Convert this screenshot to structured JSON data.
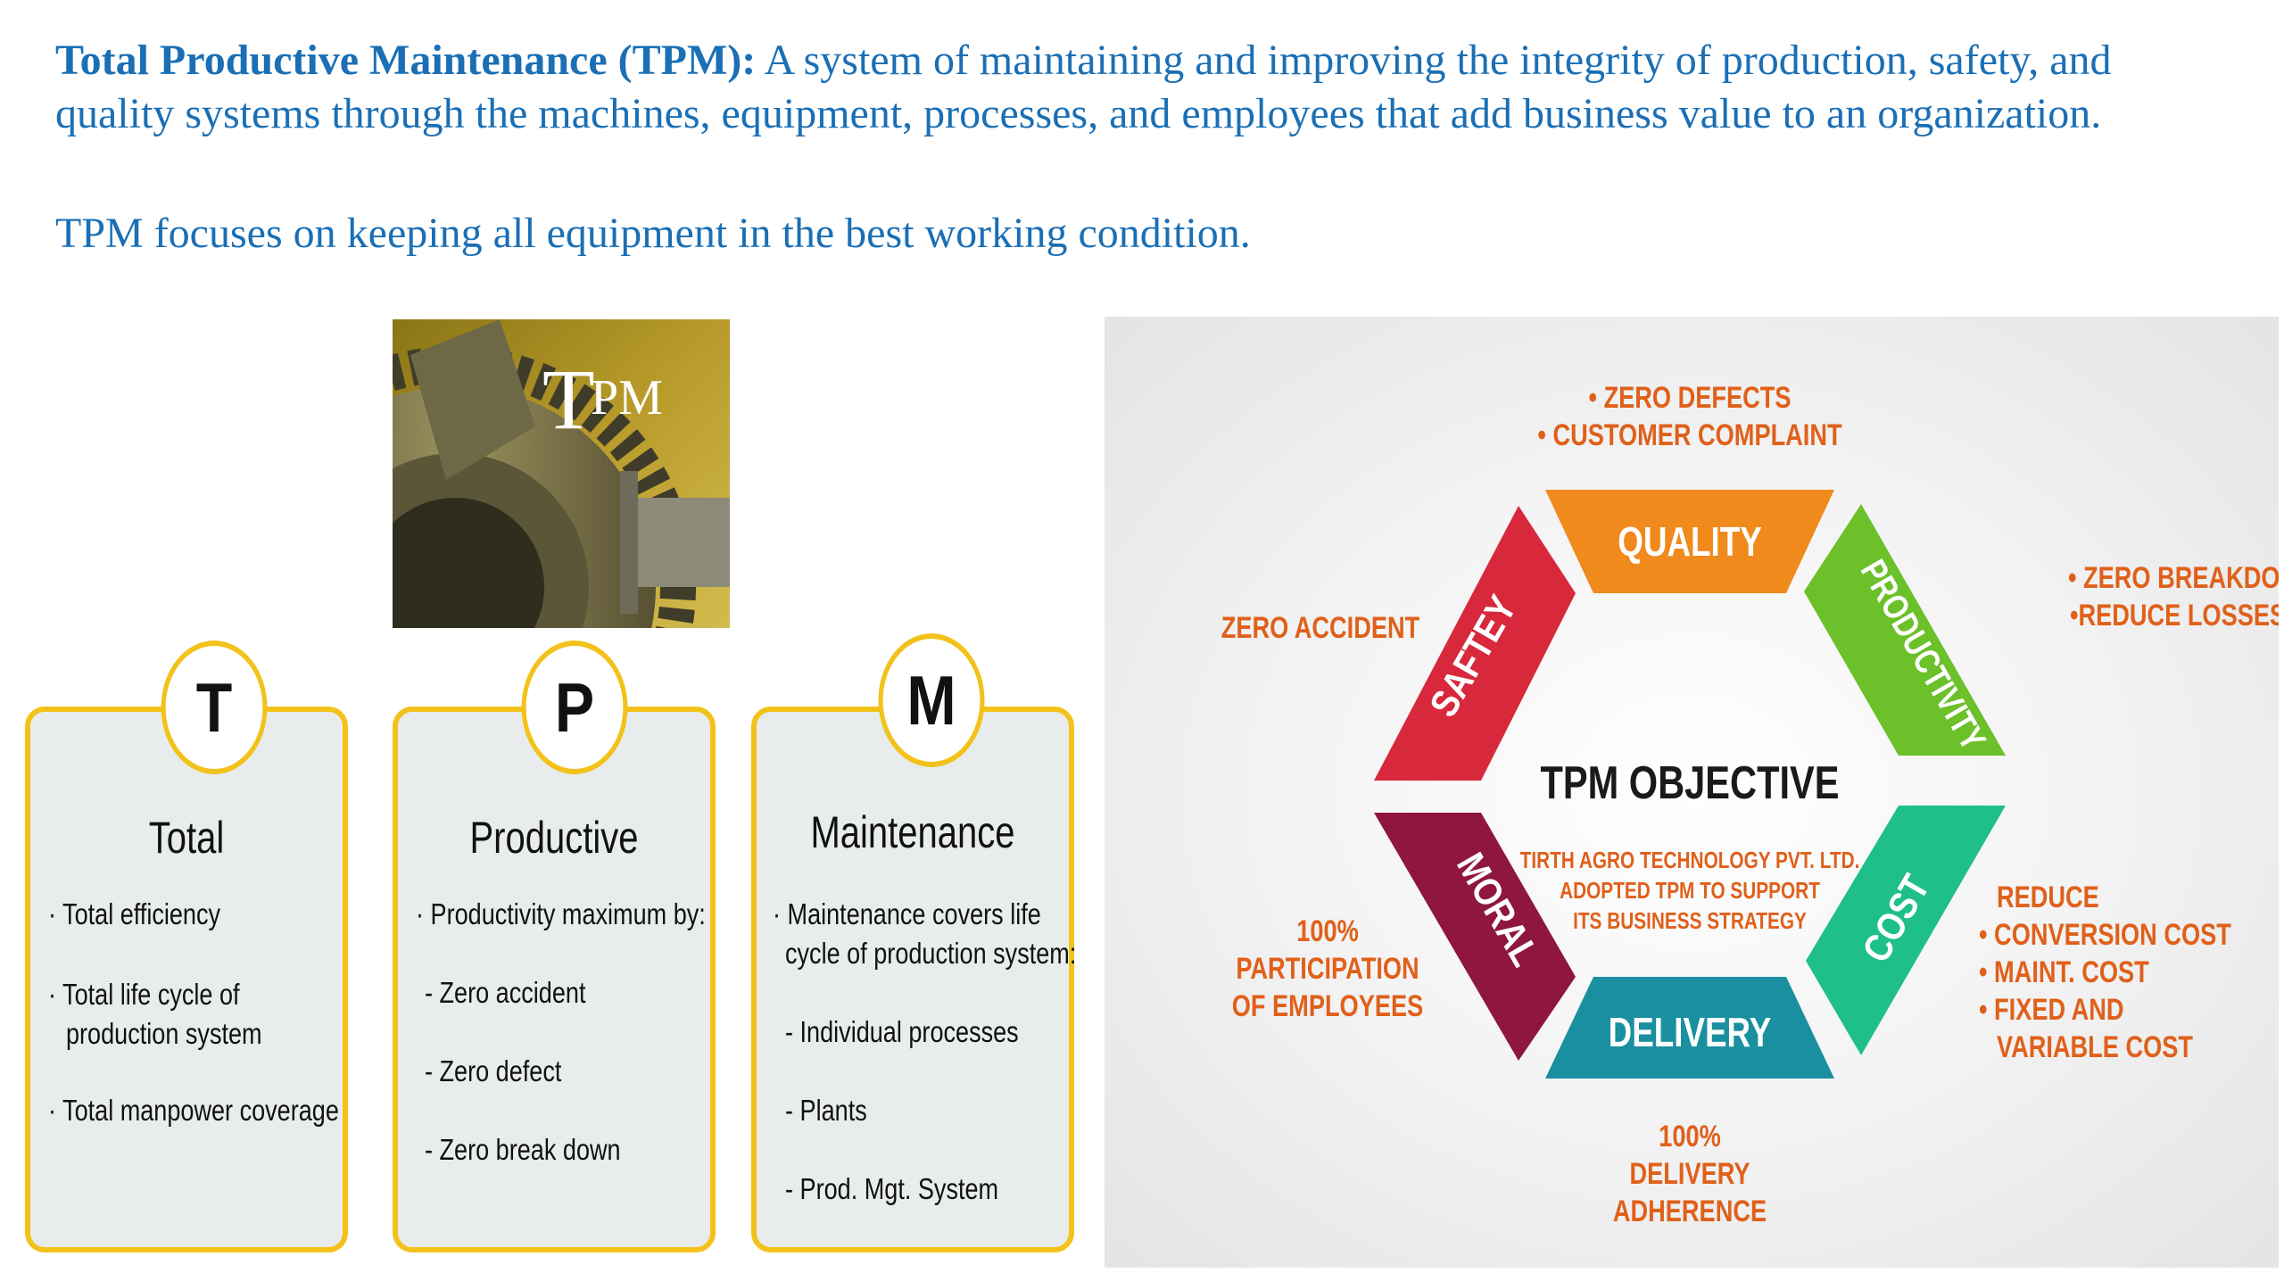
{
  "intro": {
    "term": "Total Productive Maintenance (TPM):",
    "definition": " A system of maintaining and improving the integrity of production, safety, and quality systems through the machines, equipment, processes, and employees that add business value to an organization."
  },
  "focus": "TPM focuses on keeping all equipment in the best working condition.",
  "logo_text": {
    "t": "T",
    "pm": "PM"
  },
  "cards": [
    {
      "letter": "T",
      "title": "Total",
      "lines": [
        "· Total efficiency",
        "· Total life cycle of",
        "production system",
        "· Total manpower coverage"
      ]
    },
    {
      "letter": "P",
      "title": "Productive",
      "lines": [
        "· Productivity maximum by:",
        "- Zero accident",
        "- Zero defect",
        "- Zero break down"
      ]
    },
    {
      "letter": "M",
      "title": "Maintenance",
      "lines": [
        "· Maintenance covers life",
        "cycle of production system:",
        "- Individual processes",
        "- Plants",
        "- Prod. Mgt. System"
      ]
    }
  ],
  "objective": {
    "title": "TPM OBJECTIVE",
    "subtitle": [
      "TIRTH AGRO TECHNOLOGY PVT. LTD.",
      "ADOPTED TPM TO SUPPORT",
      "ITS BUSINESS STRATEGY"
    ],
    "segments": {
      "quality": "QUALITY",
      "productivity": "PRODUCTIVITY",
      "cost": "COST",
      "delivery": "DELIVERY",
      "moral": "MORAL",
      "safety": "SAFTEY"
    },
    "colors": {
      "quality": "#f08a1c",
      "productivity": "#6cc02a",
      "cost": "#1fbf8a",
      "delivery": "#1a8fa0",
      "moral": "#8e1640",
      "safety": "#d8283c",
      "label": "#e0601a",
      "title": "#1a1a1a"
    },
    "notes": {
      "quality": [
        "• ZERO DEFECTS",
        "• CUSTOMER COMPLAINT"
      ],
      "productivity": [
        "• ZERO BREAKDOWN",
        "•REDUCE LOSSES"
      ],
      "cost": [
        "REDUCE",
        "• CONVERSION COST",
        "• MAINT. COST",
        "• FIXED AND",
        "VARIABLE COST"
      ],
      "delivery": [
        "100%",
        "DELIVERY",
        "ADHERENCE"
      ],
      "moral": [
        "100%",
        "PARTICIPATION",
        "OF EMPLOYEES"
      ],
      "safety": [
        "ZERO ACCIDENT"
      ]
    }
  }
}
